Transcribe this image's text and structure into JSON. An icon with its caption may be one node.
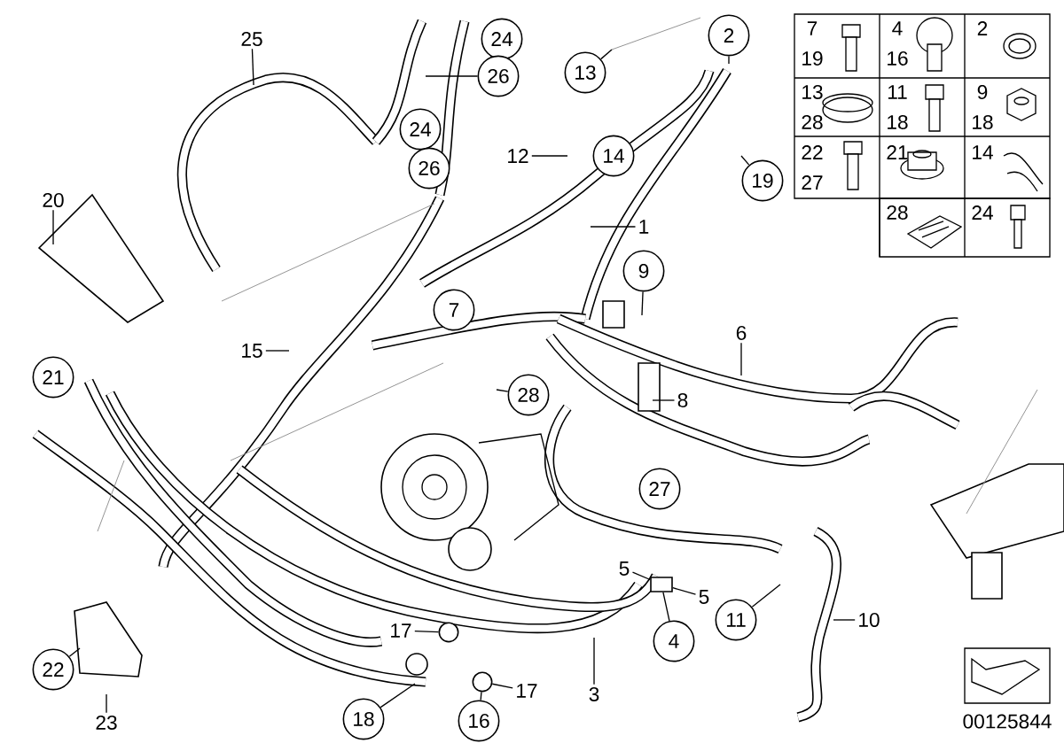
{
  "diagram": {
    "nodes": [
      {
        "text": [
          "25"
        ]
      },
      {
        "text": [
          "24"
        ]
      },
      {
        "text": [
          "2"
        ]
      },
      {
        "text": [
          "26"
        ]
      },
      {
        "text": [
          "13"
        ]
      },
      {
        "text": [
          "24"
        ]
      },
      {
        "text": [
          "12"
        ]
      },
      {
        "text": [
          "14"
        ]
      },
      {
        "text": [
          "26"
        ]
      },
      {
        "text": [
          "19"
        ]
      },
      {
        "text": [
          "20"
        ]
      },
      {
        "text": [
          "1"
        ]
      },
      {
        "text": [
          "9"
        ]
      },
      {
        "text": [
          "7"
        ]
      },
      {
        "text": [
          "6"
        ]
      },
      {
        "text": [
          "15"
        ]
      },
      {
        "text": [
          "21"
        ]
      },
      {
        "text": [
          "28"
        ]
      },
      {
        "text": [
          "8"
        ]
      },
      {
        "text": [
          "27"
        ]
      },
      {
        "text": [
          "5"
        ]
      },
      {
        "text": [
          "5"
        ]
      },
      {
        "text": [
          "11"
        ]
      },
      {
        "text": [
          "10"
        ]
      },
      {
        "text": [
          "17"
        ]
      },
      {
        "text": [
          "4"
        ]
      },
      {
        "text": [
          "22"
        ]
      },
      {
        "text": [
          "3"
        ]
      },
      {
        "text": [
          "17"
        ]
      },
      {
        "text": [
          "18"
        ]
      },
      {
        "text": [
          "16"
        ]
      },
      {
        "text": [
          "23"
        ]
      },
      {
        "text": [],
        "shape": "circle"
      },
      {
        "text": [],
        "shape": "circle"
      },
      {
        "text": [],
        "shape": "box"
      }
    ],
    "edges": [
      {
        "from": 0,
        "to": null,
        "arrow": "none"
      },
      {
        "from": 2,
        "to": null,
        "arrow": "none"
      },
      {
        "from": 3,
        "to": null,
        "arrow": "none"
      },
      {
        "from": 4,
        "to": null,
        "arrow": "none"
      },
      {
        "from": 6,
        "to": null,
        "arrow": "none"
      },
      {
        "from": 9,
        "to": null,
        "arrow": "none"
      },
      {
        "from": 10,
        "to": null,
        "arrow": "none"
      },
      {
        "from": 11,
        "to": null,
        "arrow": "none"
      },
      {
        "from": 12,
        "to": null,
        "arrow": "none"
      },
      {
        "from": 14,
        "to": null,
        "arrow": "none"
      },
      {
        "from": 15,
        "to": null,
        "arrow": "none"
      },
      {
        "from": 17,
        "to": null,
        "arrow": "none"
      },
      {
        "from": 18,
        "to": null,
        "arrow": "none"
      },
      {
        "from": 20,
        "to": 34,
        "arrow": "none"
      },
      {
        "from": 21,
        "to": 34,
        "arrow": "none"
      },
      {
        "from": 22,
        "to": null,
        "arrow": "none"
      },
      {
        "from": 23,
        "to": null,
        "arrow": "none"
      },
      {
        "from": 24,
        "to": 32,
        "arrow": "none"
      },
      {
        "from": 25,
        "to": 34,
        "arrow": "none"
      },
      {
        "from": 26,
        "to": null,
        "arrow": "none"
      },
      {
        "from": 27,
        "to": null,
        "arrow": "none"
      },
      {
        "from": 28,
        "to": 33,
        "arrow": "none"
      },
      {
        "from": 29,
        "to": null,
        "arrow": "none"
      },
      {
        "from": 30,
        "to": 33,
        "arrow": "none"
      },
      {
        "from": 31,
        "to": null,
        "arrow": "none"
      }
    ],
    "labels": [
      "7",
      "19",
      "4",
      "16",
      "2",
      "13",
      "28",
      "11",
      "18",
      "9",
      "18",
      "22",
      "27",
      "21",
      "14",
      "28",
      "24",
      "00125844"
    ]
  }
}
